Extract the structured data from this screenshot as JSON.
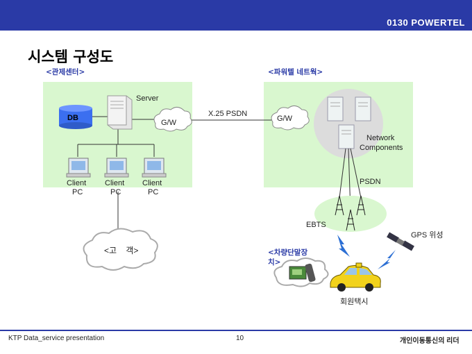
{
  "brand": "0130 POWERTEL",
  "slide_title": "시스템 구성도",
  "left_section": "<관제센터>",
  "right_section": "<파워텔 네트웍>",
  "nodes": {
    "server": "Server",
    "db": "DB",
    "gw_left": "G/W",
    "gw_right": "G/W",
    "link": "X.25 PSDN",
    "network_components_1": "Network",
    "network_components_2": "Components",
    "psdn": "PSDN",
    "client1_a": "Client",
    "client1_b": "PC",
    "client2_a": "Client",
    "client2_b": "PC",
    "client3_a": "Client",
    "client3_b": "PC",
    "customer": "<고    객>",
    "ebts": "EBTS",
    "gps": "GPS 위성",
    "terminal_1": "<차량단말장",
    "terminal_2": "치>",
    "taxi": "회원택시"
  },
  "footer": {
    "left": "KTP Data_service presentation",
    "page": "10",
    "right": "개인이동통신의 리더"
  }
}
